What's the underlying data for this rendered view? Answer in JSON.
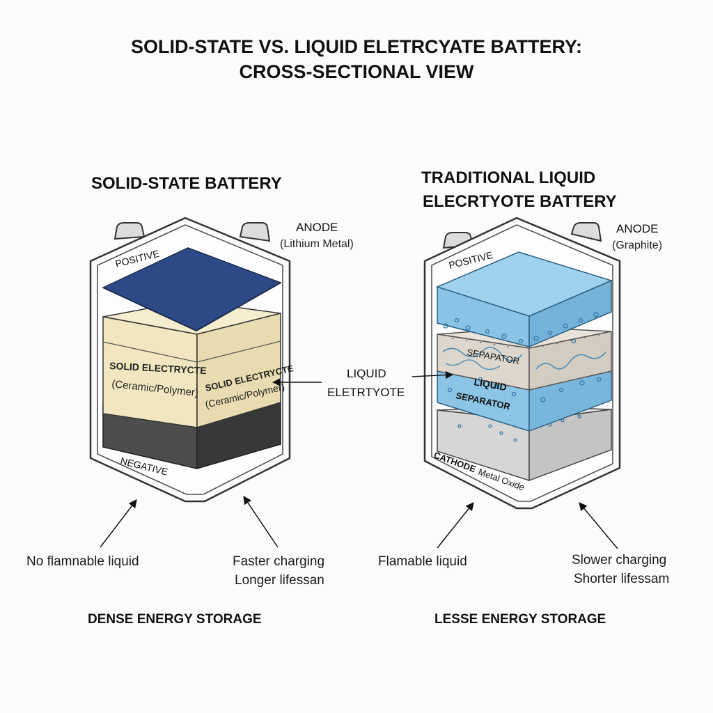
{
  "title": {
    "line1": "SOLID-STATE VS. LIQUID ELETRCYATE BATTERY:",
    "line2": "CROSS-SECTIONAL VIEW"
  },
  "left": {
    "heading": "SOLID-STATE BATTERY",
    "anode_label": "ANODE",
    "anode_material": "(Lithium Metal)",
    "positive": "POSITIVE",
    "negative": "NEGATIVE",
    "electrolyte_front_1": "SOLID ELECTRYCTE",
    "electrolyte_front_2": "(Ceramic/Polymer)",
    "electrolyte_side_1": "SOLID ELECTRYCTE",
    "electrolyte_side_2": "(Ceramic/Polymer)",
    "note_left": "No flamnable liquid",
    "note_right_1": "Faster charging",
    "note_right_2": "Longer lifessan",
    "summary": "DENSE ENERGY STORAGE"
  },
  "center": {
    "liquid_1": "LIQUID",
    "liquid_2": "ELETRTYOTE"
  },
  "right": {
    "heading_1": "TRADITIONAL LIQUID",
    "heading_2": "ELECRTYOTE BATTERY",
    "anode_label": "ANODE",
    "anode_material": "(Graphite)",
    "positive": "POSITIVE",
    "separator_1": "SEPAPATOR",
    "liquid": "LIQUID",
    "separator_2": "SEPARATOR",
    "cathode": "CATHODE",
    "cathode_material": "Metal Oxide",
    "note_left": "Flamable liquid",
    "note_right_1": "Slower charging",
    "note_right_2": "Shorter lifessam",
    "summary": "LESSE ENERGY STORAGE"
  },
  "colors": {
    "anode_solid": "#2e4a86",
    "electrolyte_solid": "#f1e6c0",
    "base_dark": "#4a4a4a",
    "liquid_blue": "#8cc4e6",
    "separator_grey": "#dcd6cc",
    "cathode_grey": "#d6d6d6"
  }
}
